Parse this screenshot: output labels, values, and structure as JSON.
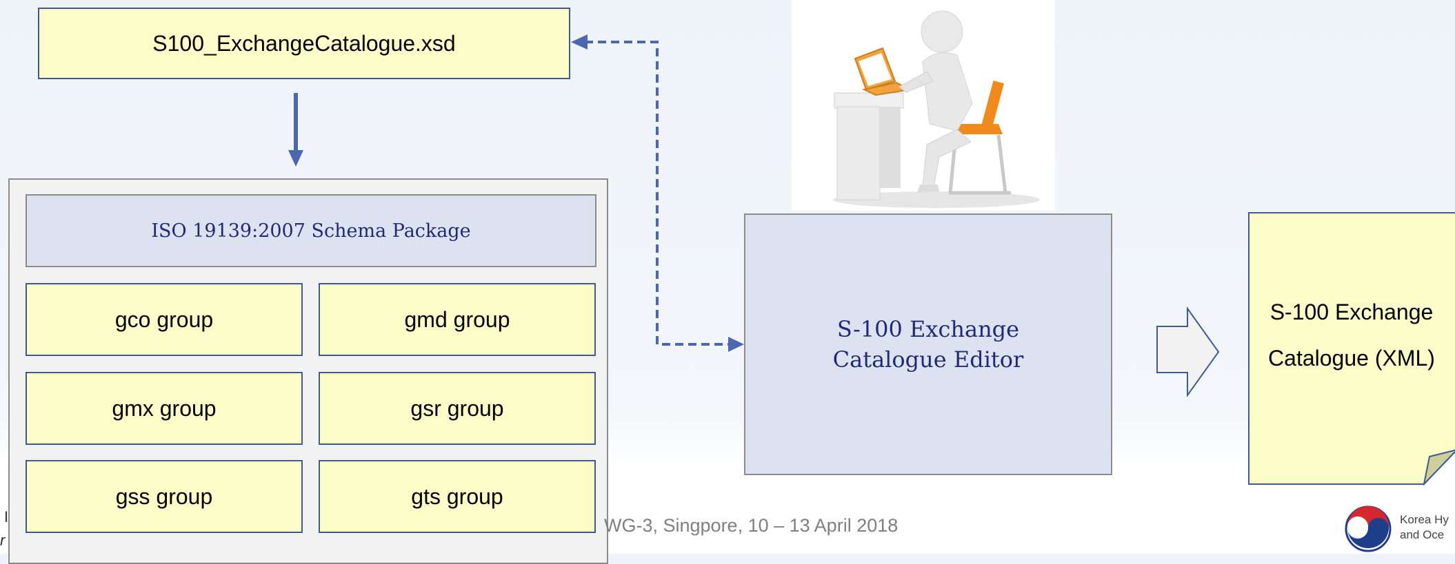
{
  "schema_file": {
    "label": "S100_ExchangeCatalogue.xsd"
  },
  "package": {
    "title": "ISO 19139:2007 Schema Package",
    "groups": [
      "gco group",
      "gmd group",
      "gmx group",
      "gsr group",
      "gss group",
      "gts group"
    ]
  },
  "editor": {
    "line1": "S-100 Exchange",
    "line2": "Catalogue Editor"
  },
  "output": {
    "line1": "S-100 Exchange",
    "line2": "Catalogue (XML)"
  },
  "footer": {
    "meeting": "WG-3, Singpore, 10 – 13 April 2018",
    "left_fragment_1": "I",
    "left_fragment_2": "r",
    "logo_line1": "Korea Hy",
    "logo_line2": "and Oce"
  },
  "colors": {
    "box_fill": "#fcfcc8",
    "box_border": "#3f5a93",
    "editor_fill": "#dde2f0",
    "arrow": "#4a67b0",
    "serif_text": "#1f2a78"
  }
}
